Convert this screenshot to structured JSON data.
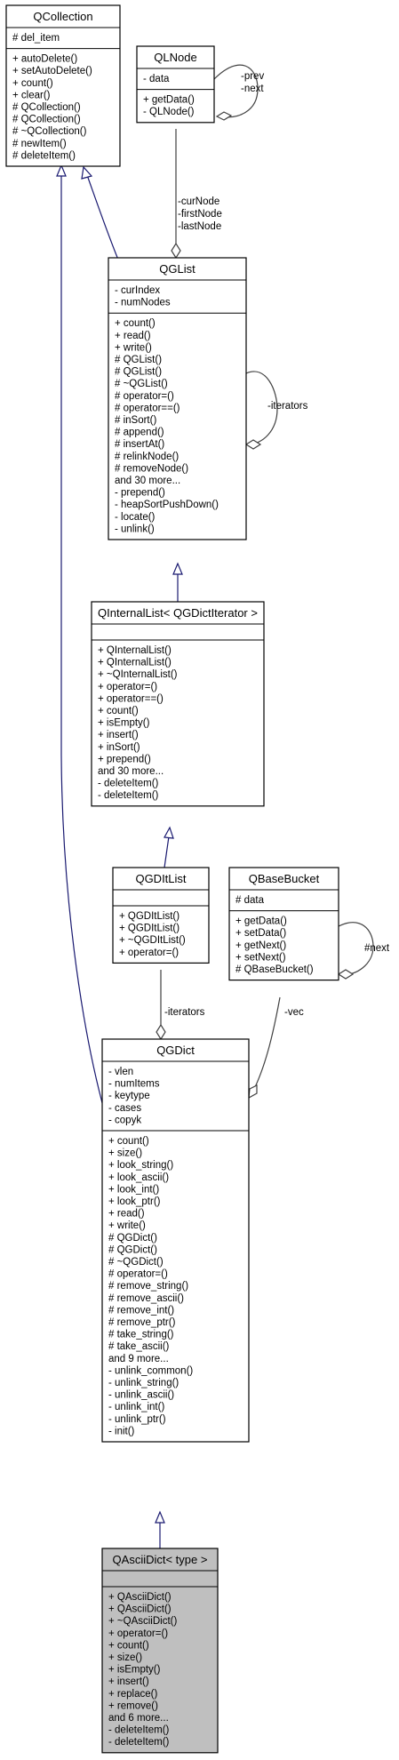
{
  "classes": {
    "qcollection": {
      "name": "QCollection",
      "attributes": [
        "# del_item"
      ],
      "methods": [
        "+ autoDelete()",
        "+ setAutoDelete()",
        "+ count()",
        "+ clear()",
        "# QCollection()",
        "# QCollection()",
        "# ~QCollection()",
        "# newItem()",
        "# deleteItem()"
      ]
    },
    "qlnode": {
      "name": "QLNode",
      "attributes": [
        "- data"
      ],
      "methods": [
        "+ getData()",
        "- QLNode()"
      ]
    },
    "qglist": {
      "name": "QGList",
      "attributes": [
        "- curIndex",
        "- numNodes"
      ],
      "methods": [
        "+ count()",
        "+ read()",
        "+ write()",
        "# QGList()",
        "# QGList()",
        "# ~QGList()",
        "# operator=()",
        "# operator==()",
        "# inSort()",
        "# append()",
        "# insertAt()",
        "# relinkNode()",
        "# removeNode()",
        "and 30 more...",
        "- prepend()",
        "- heapSortPushDown()",
        "- locate()",
        "- unlink()"
      ]
    },
    "qinternallist": {
      "name": "QInternalList< QGDictIterator >",
      "attributes": [],
      "methods": [
        "+ QInternalList()",
        "+ QInternalList()",
        "+ ~QInternalList()",
        "+ operator=()",
        "+ operator==()",
        "+ count()",
        "+ isEmpty()",
        "+ insert()",
        "+ inSort()",
        "+ prepend()",
        "and 30 more...",
        "- deleteItem()",
        "- deleteItem()"
      ]
    },
    "qgditlist": {
      "name": "QGDItList",
      "attributes": [],
      "methods": [
        "+ QGDItList()",
        "+ QGDItList()",
        "+ ~QGDItList()",
        "+ operator=()"
      ]
    },
    "qbasebucket": {
      "name": "QBaseBucket",
      "attributes": [
        "# data"
      ],
      "methods": [
        "+ getData()",
        "+ setData()",
        "+ getNext()",
        "+ setNext()",
        "# QBaseBucket()"
      ]
    },
    "qgdict": {
      "name": "QGDict",
      "attributes": [
        "- vlen",
        "- numItems",
        "- keytype",
        "- cases",
        "- copyk"
      ],
      "methods": [
        "+ count()",
        "+ size()",
        "+ look_string()",
        "+ look_ascii()",
        "+ look_int()",
        "+ look_ptr()",
        "+ read()",
        "+ write()",
        "# QGDict()",
        "# QGDict()",
        "# ~QGDict()",
        "# operator=()",
        "# remove_string()",
        "# remove_ascii()",
        "# remove_int()",
        "# remove_ptr()",
        "# take_string()",
        "# take_ascii()",
        "and 9 more...",
        "- unlink_common()",
        "- unlink_string()",
        "- unlink_ascii()",
        "- unlink_int()",
        "- unlink_ptr()",
        "- init()"
      ]
    },
    "qasciidict": {
      "name": "QAsciiDict< type >",
      "attributes": [],
      "methods": [
        "+ QAsciiDict()",
        "+ QAsciiDict()",
        "+ ~QAsciiDict()",
        "+ operator=()",
        "+ count()",
        "+ size()",
        "+ isEmpty()",
        "+ insert()",
        "+ replace()",
        "+ remove()",
        "and 6 more...",
        "- deleteItem()",
        "- deleteItem()"
      ]
    }
  },
  "edge_labels": {
    "qlnode_self": [
      "-prev",
      "-next"
    ],
    "qlnode_qglist": [
      "-curNode",
      "-firstNode",
      "-lastNode"
    ],
    "qglist_self": [
      "-iterators"
    ],
    "qgditlist_qgdict": [
      "-iterators"
    ],
    "qbasebucket_self": [
      "#next"
    ],
    "qbasebucket_qgdict": [
      "-vec"
    ]
  },
  "colors": {
    "highlight_fill": "#bfbfbf",
    "inheritance_edge": "#191970",
    "association_edge": "#404040",
    "box_border": "#000000"
  }
}
